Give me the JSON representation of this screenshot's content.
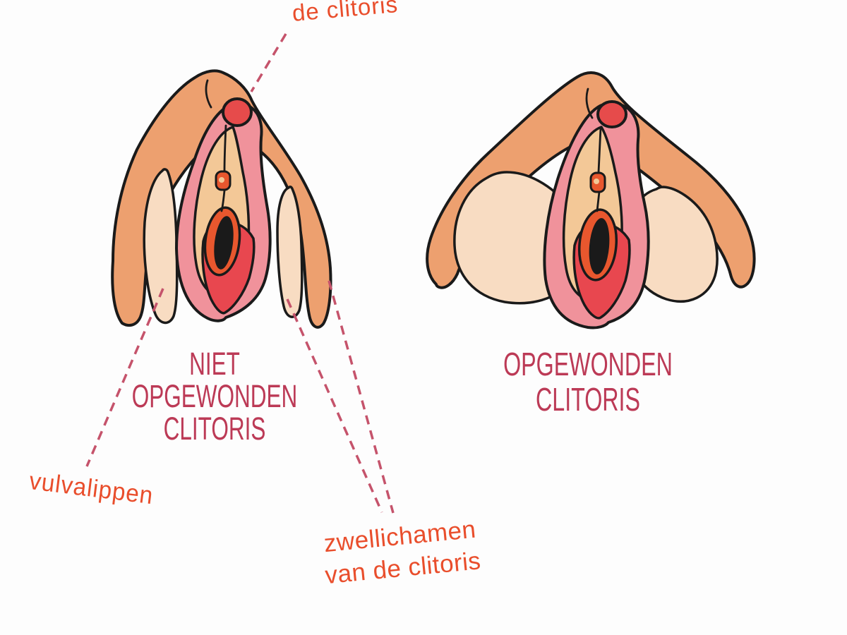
{
  "diagram": {
    "labels": {
      "glans": "de clitoris",
      "vulva_lips": "vulvalippen",
      "bulbs_line1": "zwellichamen",
      "bulbs_line2": "van de clitoris"
    },
    "captions": {
      "unaroused": [
        "NIET",
        "OPGEWONDEN",
        "CLITORIS"
      ],
      "aroused": [
        "OPGEWONDEN",
        "CLITORIS"
      ]
    },
    "colors": {
      "background": "#FDFDFD",
      "outline": "#1A1A1A",
      "orange": "#EDA06F",
      "cream": "#F8DCC2",
      "pink": "#F0929B",
      "tan": "#F3C897",
      "red": "#E8474F",
      "ring_red": "#E8572E",
      "glans_red": "#E64B4B",
      "caption": "#BC3A56",
      "label": "#E94E2C",
      "dash": "#C5536B"
    }
  }
}
